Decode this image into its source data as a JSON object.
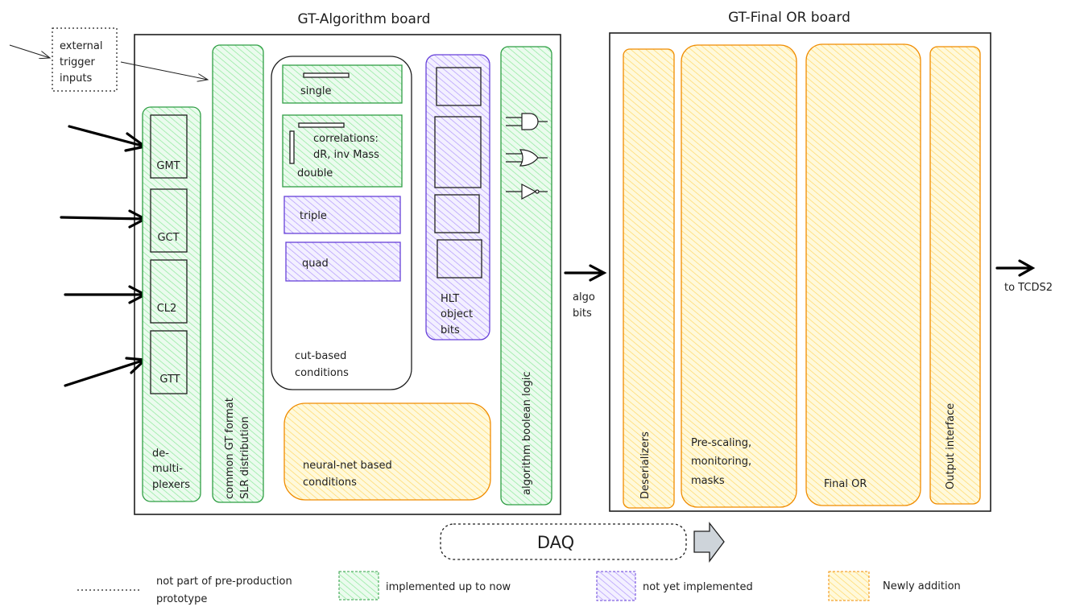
{
  "boards": {
    "algo_title": "GT-Algorithm board",
    "finalor_title": "GT-Final OR board"
  },
  "external": {
    "line1": "external",
    "line2": "trigger",
    "line3": "inputs"
  },
  "inputs": {
    "gmt": "GMT",
    "gct": "GCT",
    "cl2": "CL2",
    "gtt": "GTT"
  },
  "demux": {
    "line1": "de-",
    "line2": "multi-",
    "line3": "plexers"
  },
  "common": {
    "line1": "common GT format",
    "line2": "SLR distribution"
  },
  "cut": {
    "single": "single",
    "corr_line1": "correlations:",
    "corr_line2": "dR, inv Mass",
    "double": "double",
    "triple": "triple",
    "quad": "quad",
    "label_line1": "cut-based",
    "label_line2": "conditions"
  },
  "hlt": {
    "line1": "HLT",
    "line2": "object",
    "line3": "bits"
  },
  "boolean": {
    "label": "algorithm boolean logic"
  },
  "nn": {
    "line1": "neural-net based",
    "line2": "conditions"
  },
  "algo_bits": {
    "line1": "algo",
    "line2": "bits"
  },
  "finalor": {
    "deserializers": "Deserializers",
    "prescale_line1": "Pre-scaling,",
    "prescale_line2": "monitoring,",
    "prescale_line3": "masks",
    "final_or": "Final OR",
    "output": "Output interface"
  },
  "tcds": "to TCDS2",
  "daq": "DAQ",
  "legend": {
    "dotted_line1": "not part of pre-production",
    "dotted_line2": "prototype",
    "green": "implemented up to now",
    "purple": "not yet implemented",
    "orange": "Newly addition"
  },
  "colors": {
    "green_stroke": "#2f9e44",
    "green_fill": "#b2f2bb",
    "purple_stroke": "#6741d9",
    "purple_fill": "#d0bfff",
    "orange_stroke": "#f08c00",
    "orange_fill": "#ffec99"
  }
}
